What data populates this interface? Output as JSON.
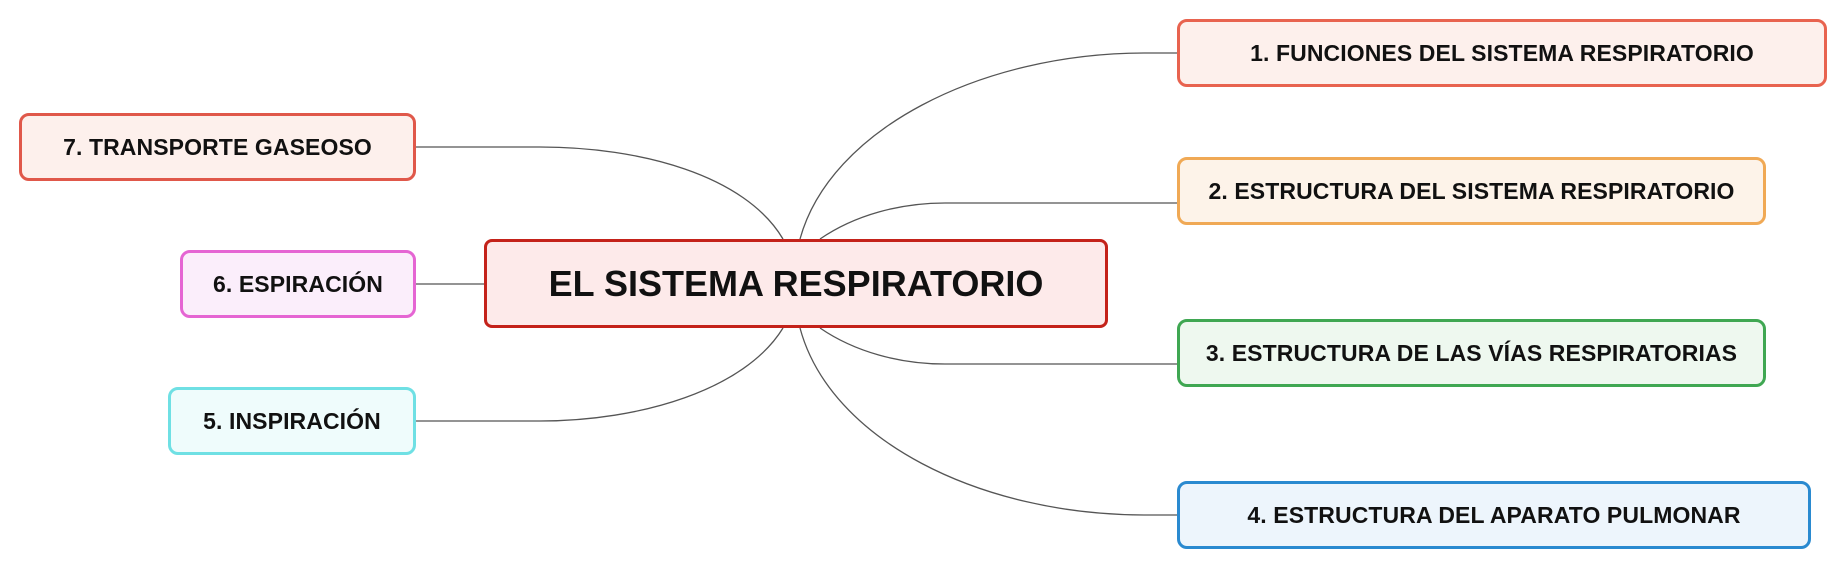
{
  "mindmap": {
    "root": {
      "label": "EL SISTEMA RESPIRATORIO",
      "border": "#c4221a",
      "fill": "#fdeaea"
    },
    "branches": [
      {
        "label": "1. FUNCIONES DEL SISTEMA RESPIRATORIO",
        "border": "#e8634f",
        "fill": "#fdf0ec"
      },
      {
        "label": "2. ESTRUCTURA DEL SISTEMA RESPIRATORIO",
        "border": "#f0a955",
        "fill": "#fdf3e9"
      },
      {
        "label": "3. ESTRUCTURA DE LAS VÍAS RESPIRATORIAS",
        "border": "#3fa752",
        "fill": "#eef8ef"
      },
      {
        "label": "4. ESTRUCTURA DEL APARATO PULMONAR",
        "border": "#2a8ad0",
        "fill": "#edf5fc"
      },
      {
        "label": "5. INSPIRACIÓN",
        "border": "#6fe0e4",
        "fill": "#effcfc"
      },
      {
        "label": "6. ESPIRACIÓN",
        "border": "#e565d3",
        "fill": "#fbeefb"
      },
      {
        "label": "7. TRANSPORTE GASEOSO",
        "border": "#e0584a",
        "fill": "#fdf0ec"
      }
    ],
    "connector_color": "#555555"
  }
}
